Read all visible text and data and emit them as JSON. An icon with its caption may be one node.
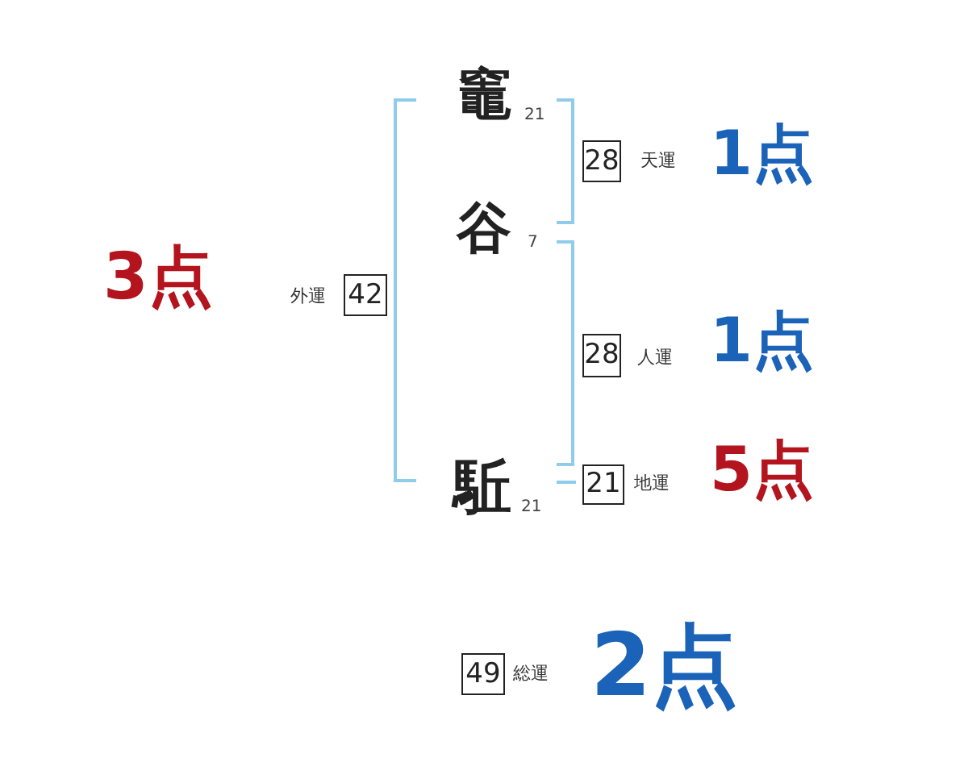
{
  "diagram": {
    "nodes": [
      {
        "text": [
          "28"
        ],
        "beside": [
          "天運",
          "1点"
        ]
      },
      {
        "text": [
          "42"
        ],
        "beside": [
          "外運",
          "3点"
        ]
      },
      {
        "text": [
          "28"
        ],
        "beside": [
          "人運",
          "1点"
        ]
      },
      {
        "text": [
          "21"
        ],
        "beside": [
          "地運",
          "5点"
        ]
      },
      {
        "text": [
          "49"
        ],
        "beside": [
          "総運",
          "2点"
        ]
      }
    ],
    "labels": [
      "竈",
      "21",
      "谷",
      "7",
      "駈",
      "21"
    ]
  }
}
